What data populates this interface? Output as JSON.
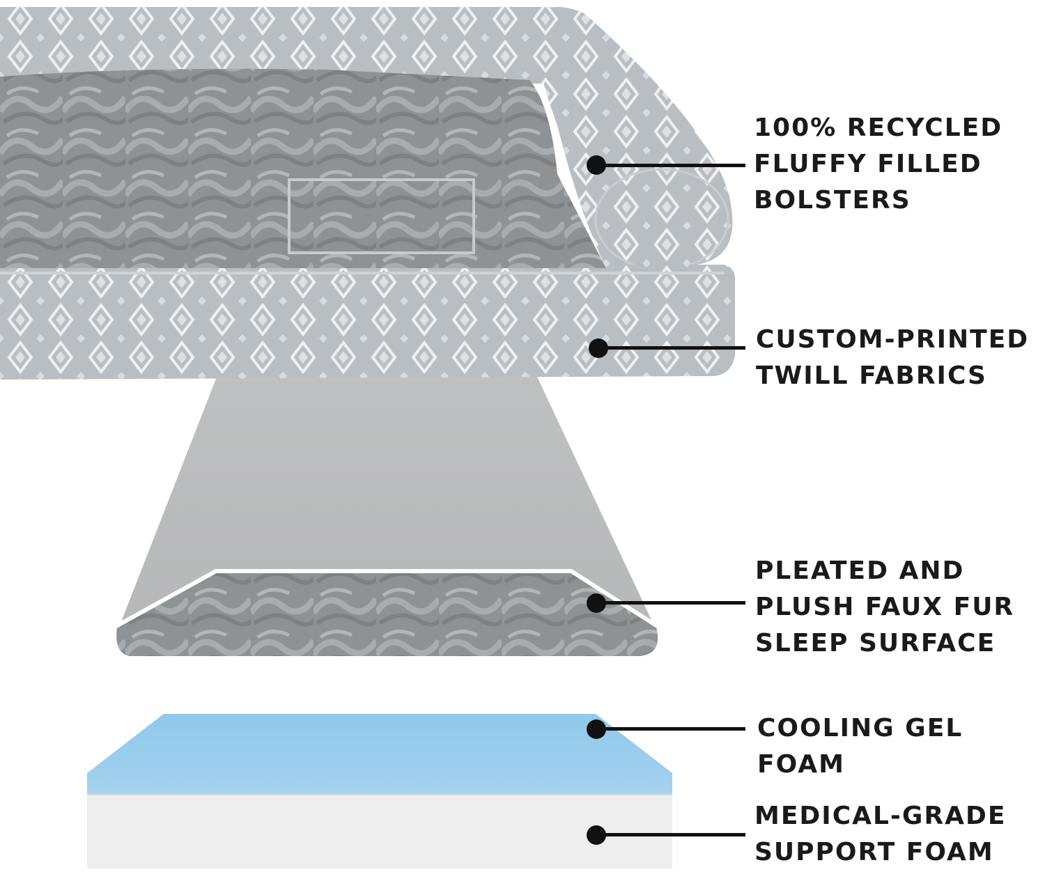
{
  "palette": {
    "fabric": "#b9bec3",
    "fabric_dark": "#a7acb1",
    "pattern": "#eef0f2",
    "fur": "#8f9295",
    "fur_light": "#a9acaf",
    "gel_blue": "#8ec7ea",
    "gel_blue_light": "#b7dcf2",
    "support_white": "#eeeeee",
    "callout_text": "#1a1a1a"
  },
  "layers": {
    "bolster_label": "bed-bolsters",
    "base_label": "bed-base",
    "surface_label": "sleep-surface",
    "gel_label": "cooling-gel-foam",
    "support_label": "support-foam"
  },
  "callouts": [
    {
      "id": "bolsters",
      "lines": [
        "100% RECYCLED",
        "FLUFFY FILLED",
        "BOLSTERS"
      ]
    },
    {
      "id": "fabrics",
      "lines": [
        "CUSTOM-PRINTED",
        "TWILL FABRICS"
      ]
    },
    {
      "id": "surface",
      "lines": [
        "PLEATED AND",
        "PLUSH FAUX FUR",
        "SLEEP SURFACE"
      ]
    },
    {
      "id": "gel",
      "lines": [
        "COOLING GEL",
        "FOAM"
      ]
    },
    {
      "id": "support",
      "lines": [
        "MEDICAL-GRADE",
        "SUPPORT FOAM"
      ]
    }
  ]
}
